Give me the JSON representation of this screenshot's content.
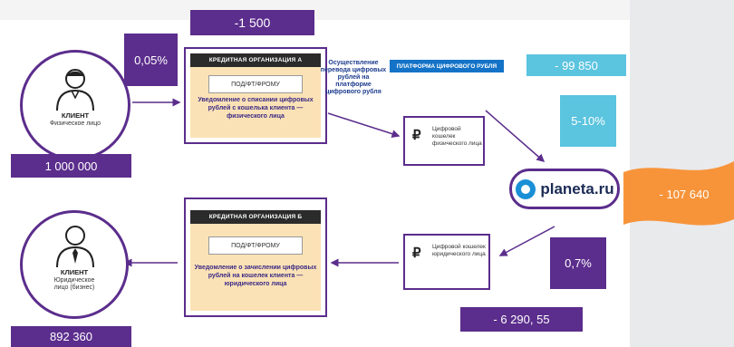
{
  "values": {
    "fee_top": "-1 500",
    "rate_top": "0,05%",
    "platform_balance": "- 99 850",
    "platform_rate": "5-10%",
    "planeta_amount": "- 107 640",
    "client_balance": "1 000 000",
    "rate_bottom": "0,7%",
    "fee_bottom": "- 6 290, 55",
    "business_balance": "892 360"
  },
  "client_a": {
    "title": "КЛИЕНТ",
    "subtitle": "Физическое лицо"
  },
  "client_b": {
    "title": "КЛИЕНТ",
    "subtitle": "Юридическое лицо (бизнес)"
  },
  "org_a": {
    "title": "КРЕДИТНАЯ ОРГАНИЗАЦИЯ А",
    "form": "ПОД/ФТ/ФРОМУ",
    "note": "Уведомление о списании цифровых рублей с кошелька клиента — физического лица"
  },
  "org_b": {
    "title": "КРЕДИТНАЯ ОРГАНИЗАЦИЯ Б",
    "form": "ПОД/ФТ/ФРОМУ",
    "note": "Уведомление о зачислении цифровых рублей на кошелек клиента — юридического лица"
  },
  "transfer_note": "Осуществление перевода цифровых рублей на платформе цифрового рубля",
  "platform_label": "ПЛАТФОРМА ЦИФРОВОГО РУБЛЯ",
  "wallet_a": {
    "symbol": "₽",
    "text": "Цифровой кошелек физического лица"
  },
  "wallet_b": {
    "symbol": "₽",
    "text": "Цифровой кошелек юридического лица"
  },
  "planeta": {
    "name": "planeta",
    "domain": ".ru"
  },
  "colors": {
    "purple": "#5b2d8c",
    "cyan": "#5bc4df",
    "orange": "#f7943a",
    "platform_blue": "#1473c7",
    "note_text": "#3b2a86"
  }
}
